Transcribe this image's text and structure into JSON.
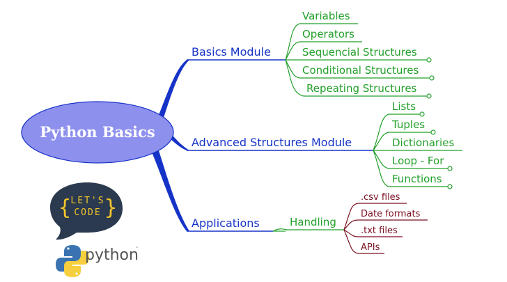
{
  "root": {
    "title": "Python Basics"
  },
  "modules": [
    {
      "label": "Basics Module",
      "children": [
        "Variables",
        "Operators",
        "Sequencial Structures",
        "Conditional Structures",
        "Repeating Structures"
      ]
    },
    {
      "label": "Advanced Structures Module",
      "children": [
        "Lists",
        "Tuples",
        "Dictionaries",
        "Loop - For",
        "Functions"
      ]
    },
    {
      "label": "Applications",
      "sub": {
        "label": "Handling",
        "children": [
          ".csv files",
          "Date formats",
          ".txt files",
          "APIs"
        ]
      }
    }
  ],
  "logo": {
    "line1": "LET'S",
    "line2": "CODE",
    "brace_open": "{",
    "brace_close": "}"
  },
  "python_logo": {
    "word": "python",
    "tm": "™"
  },
  "colors": {
    "root_fill": "#8e90ee",
    "module": "#1633c8",
    "leaf": "#22a02a",
    "file": "#7a1020",
    "logo_bg": "#2b3a4f",
    "logo_text": "#f2c52b"
  }
}
